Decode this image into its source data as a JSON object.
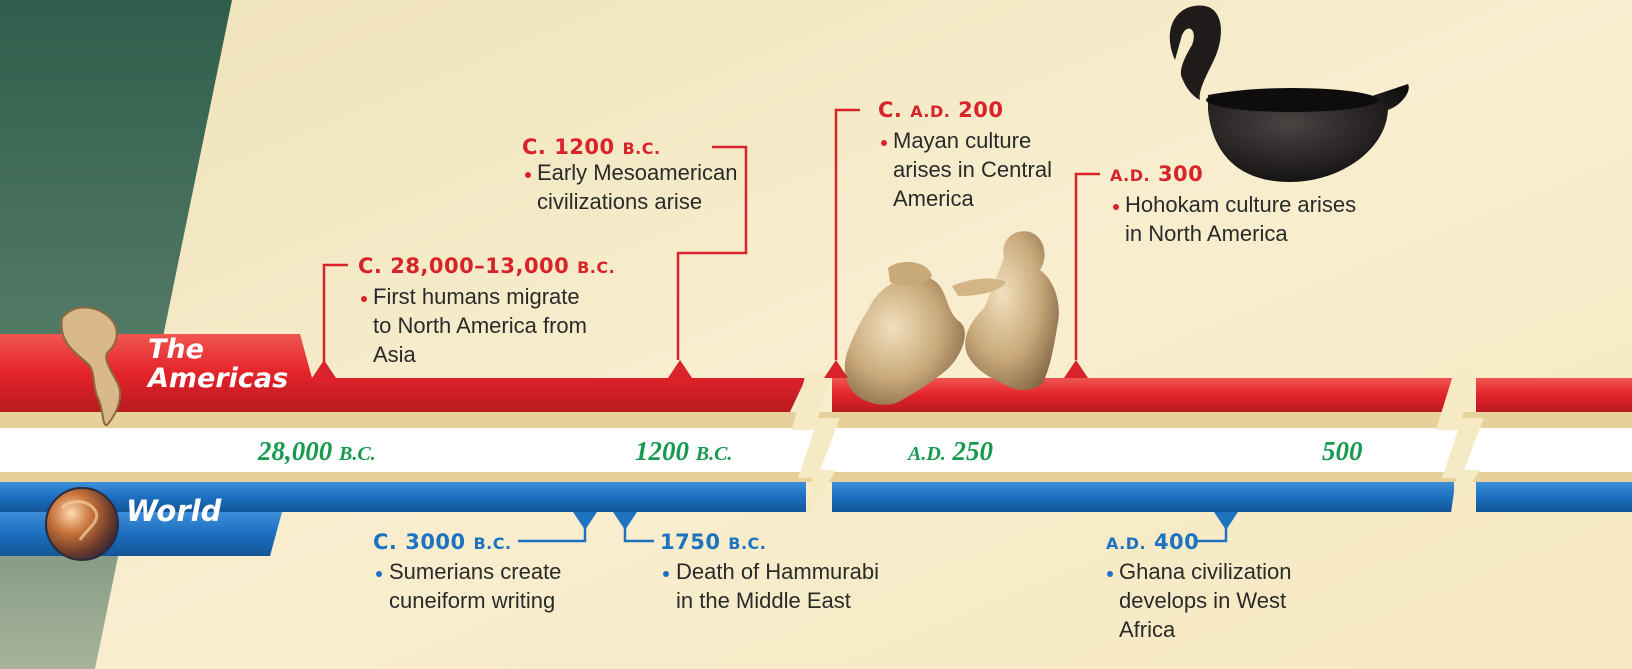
{
  "bands": {
    "americas_label_1": "The",
    "americas_label_2": "Americas",
    "world_label": "World"
  },
  "axis": [
    {
      "num": "28,000",
      "era": "B.C.",
      "era_first": false
    },
    {
      "num": "1200",
      "era": "B.C.",
      "era_first": false
    },
    {
      "num": "250",
      "era": "A.D.",
      "era_first": true
    },
    {
      "num": "500",
      "era": "",
      "era_first": false
    }
  ],
  "americas_events": [
    {
      "prefix": "C.",
      "date": "28,000–13,000",
      "era": "B.C.",
      "lines": [
        "First humans migrate",
        "to North America from",
        "Asia"
      ]
    },
    {
      "prefix": "C.",
      "date": "1200",
      "era": "B.C.",
      "lines": [
        "Early Mesoamerican",
        "civilizations arise"
      ]
    },
    {
      "prefix": "C.",
      "date": "200",
      "era": "A.D.",
      "lines": [
        "Mayan culture",
        "arises in Central",
        "America"
      ]
    },
    {
      "prefix": "",
      "date": "300",
      "era": "A.D.",
      "lines": [
        "Hohokam culture arises",
        "in North America"
      ]
    }
  ],
  "world_events": [
    {
      "prefix": "C.",
      "date": "3000",
      "era": "B.C.",
      "lines": [
        "Sumerians create",
        "cuneiform writing"
      ]
    },
    {
      "prefix": "",
      "date": "1750",
      "era": "B.C.",
      "lines": [
        "Death of Hammurabi",
        "in the Middle East"
      ]
    },
    {
      "prefix": "",
      "date": "400",
      "era": "A.D.",
      "lines": [
        "Ghana civilization",
        "develops in West",
        "Africa"
      ]
    }
  ],
  "colors": {
    "americas_band": "#e4232b",
    "world_band": "#1c6fc0",
    "axis_text": "#179a4e",
    "background": "#f7ecc9",
    "left_panel": "#3c6e57"
  },
  "images": [
    "black-clay-pot",
    "stone-figurines",
    "americas-map-icon",
    "globe-icon"
  ]
}
